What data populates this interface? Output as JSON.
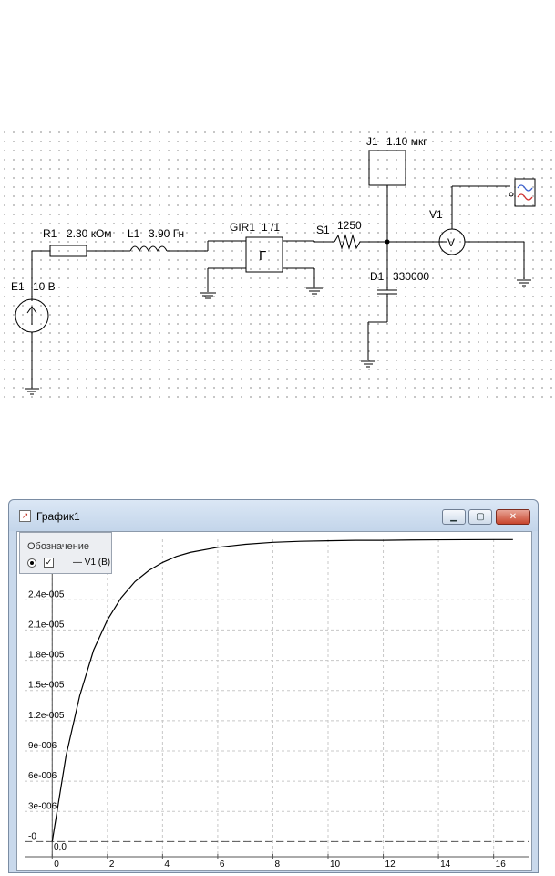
{
  "schematic": {
    "e1": {
      "name": "E1",
      "value": "10 В"
    },
    "r1": {
      "name": "R1",
      "value": "2.30 кОм"
    },
    "l1": {
      "name": "L1",
      "value": "3.90 Гн"
    },
    "gir1": {
      "name": "GIR1",
      "value": "1 /1",
      "symbol": "Г"
    },
    "s1": {
      "name": "S1",
      "value": "1250"
    },
    "j1": {
      "name": "J1",
      "value": "1.10 мкг"
    },
    "d1": {
      "name": "D1",
      "value": "330000"
    },
    "v1": {
      "name": "V1",
      "symbol": "V"
    }
  },
  "graph_window": {
    "title": "График1",
    "icon": "graph-icon",
    "legend": {
      "title": "Обозначение",
      "checkbox_mark": "✓",
      "series_label": "— V1 (В)"
    },
    "x_origin_label": "0,0",
    "colors": {
      "titlebar": "#c3d5ea",
      "close": "#c8452c",
      "curve": "#000000",
      "grid": "#c8c8c8"
    }
  },
  "chart_data": {
    "type": "line",
    "title": "",
    "xlabel": "",
    "ylabel": "",
    "xlim": [
      -1,
      17.3
    ],
    "ylim": [
      -1.5e-06,
      3e-05
    ],
    "x_ticks": [
      0,
      2,
      4,
      6,
      8,
      10,
      12,
      14,
      16
    ],
    "x_tick_labels": [
      "0",
      "2",
      "4",
      "6",
      "8",
      "10",
      "12",
      "14",
      "16"
    ],
    "y_ticks": [
      0,
      3e-06,
      6e-06,
      9e-06,
      1.2e-05,
      1.5e-05,
      1.8e-05,
      2.1e-05,
      2.4e-05
    ],
    "y_tick_labels": [
      "-0",
      "3e-006",
      "6e-006",
      "9e-006",
      "1.2e-005",
      "1.5e-005",
      "1.8e-005",
      "2.1e-005",
      "2.4e-005"
    ],
    "grid": true,
    "legend": "top-left",
    "series": [
      {
        "name": "V1 (В)",
        "x": [
          0,
          0.5,
          1,
          1.5,
          2,
          2.5,
          3,
          3.5,
          4,
          4.5,
          5,
          6,
          7,
          8,
          9,
          10,
          11,
          12,
          13,
          14,
          15,
          16,
          16.7
        ],
        "y": [
          0,
          8.5e-06,
          1.45e-05,
          1.9e-05,
          2.2e-05,
          2.42e-05,
          2.58e-05,
          2.69e-05,
          2.77e-05,
          2.83e-05,
          2.87e-05,
          2.92e-05,
          2.95e-05,
          2.97e-05,
          2.98e-05,
          2.985e-05,
          2.99e-05,
          2.99e-05,
          2.993e-05,
          2.995e-05,
          2.996e-05,
          2.997e-05,
          2.997e-05
        ]
      }
    ]
  }
}
